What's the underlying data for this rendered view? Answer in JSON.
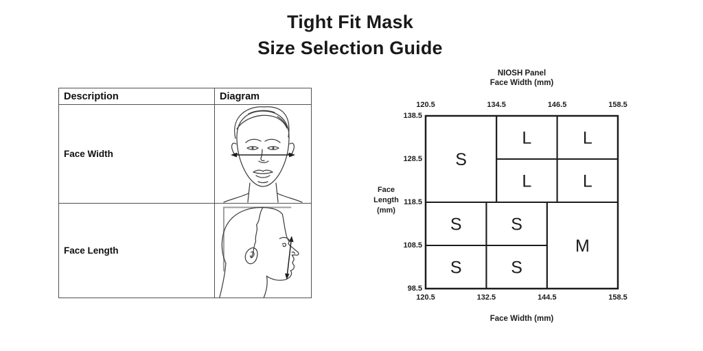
{
  "page": {
    "title_line1": "Tight Fit Mask",
    "title_line2": "Size Selection Guide"
  },
  "table": {
    "headers": [
      "Description",
      "Diagram"
    ],
    "rows": [
      {
        "description": "Face Width",
        "diagram_icon": "front-face-width-arrow-diagram"
      },
      {
        "description": "Face Length",
        "diagram_icon": "profile-face-length-arrow-diagram"
      }
    ]
  },
  "chart_data": {
    "type": "heatmap",
    "title": "NIOSH Panel",
    "top_axis_title": "Face Width (mm)",
    "bottom_axis_title": "Face Width (mm)",
    "left_axis_title": "Face Length (mm)",
    "xlim": [
      120.5,
      158.5
    ],
    "ylim": [
      98.5,
      138.5
    ],
    "top_ticks": [
      "120.5",
      "134.5",
      "146.5",
      "158.5"
    ],
    "bottom_ticks": [
      "120.5",
      "132.5",
      "144.5",
      "158.5"
    ],
    "left_ticks": [
      "138.5",
      "128.5",
      "118.5",
      "108.5",
      "98.5"
    ],
    "grid": "zone-borders-only",
    "legend_position": "none",
    "zones": [
      {
        "label": "S",
        "x0": 120.5,
        "x1": 134.5,
        "y0": 118.5,
        "y1": 138.5
      },
      {
        "label": "L",
        "x0": 134.5,
        "x1": 146.5,
        "y0": 128.5,
        "y1": 138.5
      },
      {
        "label": "L",
        "x0": 146.5,
        "x1": 158.5,
        "y0": 128.5,
        "y1": 138.5
      },
      {
        "label": "L",
        "x0": 134.5,
        "x1": 146.5,
        "y0": 118.5,
        "y1": 128.5
      },
      {
        "label": "L",
        "x0": 146.5,
        "x1": 158.5,
        "y0": 118.5,
        "y1": 128.5
      },
      {
        "label": "S",
        "x0": 120.5,
        "x1": 132.5,
        "y0": 108.5,
        "y1": 118.5
      },
      {
        "label": "S",
        "x0": 132.5,
        "x1": 144.5,
        "y0": 108.5,
        "y1": 118.5
      },
      {
        "label": "M",
        "x0": 144.5,
        "x1": 158.5,
        "y0": 98.5,
        "y1": 118.5
      },
      {
        "label": "S",
        "x0": 120.5,
        "x1": 132.5,
        "y0": 98.5,
        "y1": 108.5
      },
      {
        "label": "S",
        "x0": 132.5,
        "x1": 144.5,
        "y0": 98.5,
        "y1": 108.5
      }
    ]
  },
  "colors": {
    "ink": "#1c1c1c",
    "table_border": "#4f4f4f",
    "sketch": "#3d3d3d",
    "guide_gray": "#9c9c9c"
  }
}
